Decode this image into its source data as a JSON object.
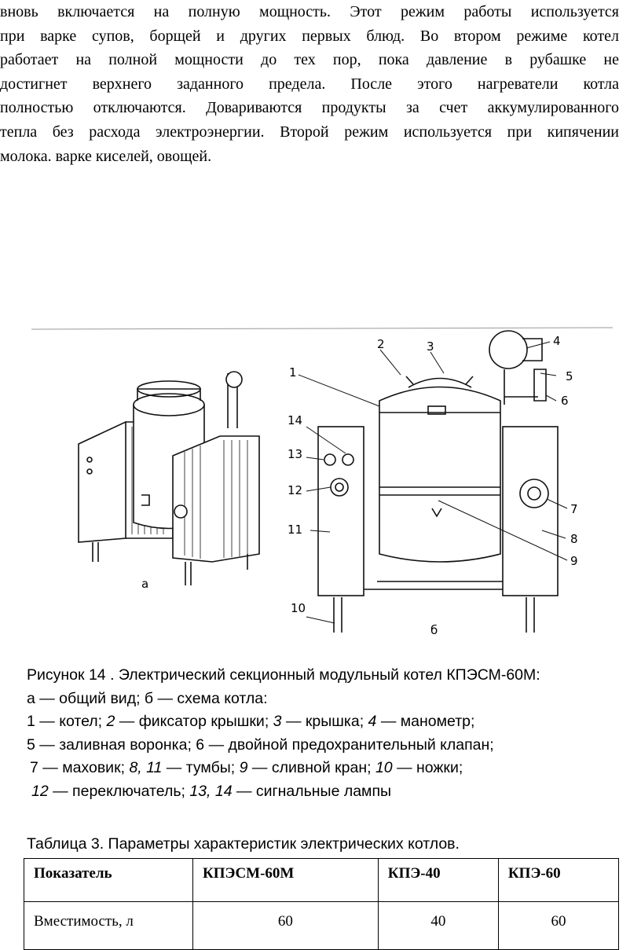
{
  "paragraph": {
    "lines": [
      "вновь включается на полную мощность. Этот режим работы используется",
      "при варке супов, борщей и других первых блюд. Во втором режиме котел",
      "работает на полной мощности до тех пор, пока давление в рубашке не",
      "достигнет верхнего заданного предела. После этого нагреватели котла",
      "полностью отключаются. Довариваются продукты за счет аккумулированного",
      "тепла без расхода электроэнергии. Второй режим используется при кипячении",
      "молока. варке киселей, овощей."
    ]
  },
  "figure": {
    "sublabel_a": "а",
    "sublabel_b": "б",
    "callouts": [
      "1",
      "2",
      "3",
      "4",
      "5",
      "6",
      "7",
      "8",
      "9",
      "10",
      "11",
      "12",
      "13",
      "14"
    ]
  },
  "caption": {
    "title": "Рисунок 14 . Электрический секционный модульный котел КПЭСМ-60М:",
    "line2": "а — общий вид;  б — схема котла:",
    "items": [
      {
        "num": "1",
        "italic": false,
        "text": " — котел; "
      },
      {
        "num": "2",
        "italic": true,
        "text": " — фиксатор крышки; "
      },
      {
        "num": "3",
        "italic": true,
        "text": " — крышка; "
      },
      {
        "num": "4",
        "italic": true,
        "text": " — манометр;"
      },
      {
        "num": "5",
        "italic": false,
        "text": " — заливная воронка; "
      },
      {
        "num": "6",
        "italic": false,
        "text": " — двойной предохранительный клапан;"
      },
      {
        "num": "7",
        "italic": false,
        "text": " — маховик; "
      },
      {
        "num": "8, 11",
        "italic": true,
        "text": " — тумбы; "
      },
      {
        "num": "9",
        "italic": true,
        "text": " — сливной кран; "
      },
      {
        "num": "10",
        "italic": true,
        "text": " — ножки;"
      },
      {
        "num": "12",
        "italic": true,
        "text": " — переключатель; "
      },
      {
        "num": "13, 14",
        "italic": true,
        "text": " — сигнальные лампы"
      }
    ]
  },
  "table": {
    "title": "Таблица 3. Параметры характеристик электрических котлов.",
    "headers": [
      "Показатель",
      "КПЭСМ-60М",
      "КПЭ-40",
      "КПЭ-60"
    ],
    "rows": [
      [
        "Вместимость, л",
        "60",
        "40",
        "60"
      ]
    ]
  }
}
